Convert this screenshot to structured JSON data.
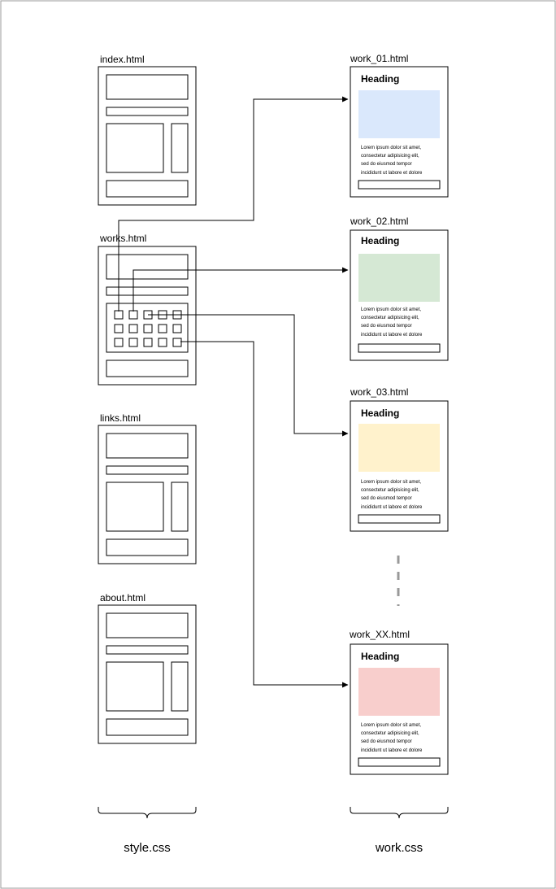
{
  "left_pages": [
    {
      "title": "index.html"
    },
    {
      "title": "works.html"
    },
    {
      "title": "links.html"
    },
    {
      "title": "about.html"
    }
  ],
  "work_pages": [
    {
      "title": "work_01.html",
      "heading": "Heading",
      "image_color": "#dae8fc"
    },
    {
      "title": "work_02.html",
      "heading": "Heading",
      "image_color": "#d5e8d4"
    },
    {
      "title": "work_03.html",
      "heading": "Heading",
      "image_color": "#fff2cc"
    },
    {
      "title": "work_XX.html",
      "heading": "Heading",
      "image_color": "#f8cecc"
    }
  ],
  "lorem_lines": [
    "Lorem ipsum dolor sit amet,",
    "consectetur adipisicing elit,",
    "sed do eiusmod tempor",
    "incididunt ut labore et dolore"
  ],
  "captions": {
    "left": "style.css",
    "right": "work.css"
  },
  "colors": {
    "outer_border": "#999999",
    "ellipsis": "#999999"
  }
}
